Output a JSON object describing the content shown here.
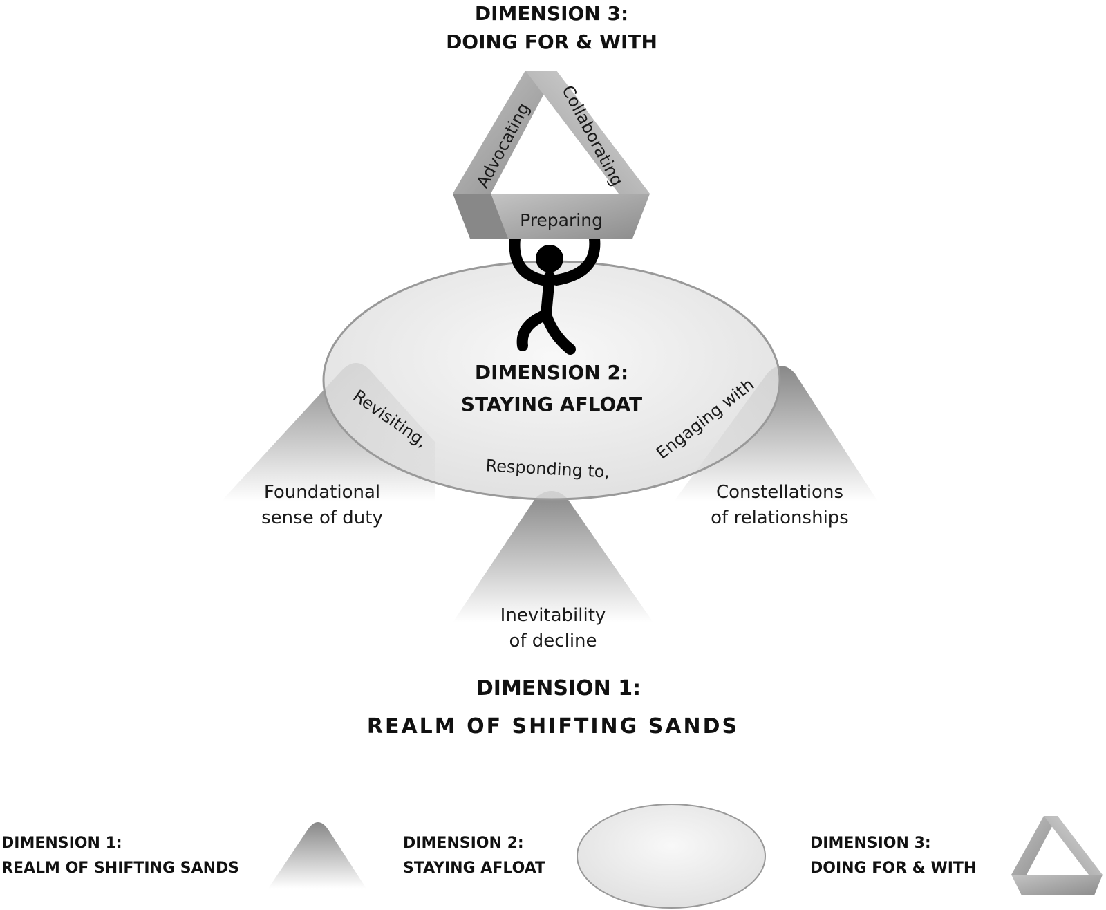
{
  "dimension3": {
    "line1": "DIMENSION 3:",
    "line2": "DOING FOR & WITH",
    "sides": {
      "left": "Advocating",
      "right": "Collaborating",
      "bottom": "Preparing"
    }
  },
  "dimension2": {
    "line1": "DIMENSION 2:",
    "line2": "STAYING AFLOAT",
    "verbs": {
      "left": "Revisiting,",
      "middle": "Responding to,",
      "right": "Engaging with"
    }
  },
  "dimension1": {
    "line1": "DIMENSION 1:",
    "line2": "REALM OF SHIFTING SANDS",
    "cones": {
      "left": {
        "line1": "Foundational",
        "line2": "sense of duty"
      },
      "right": {
        "line1": "Constellations",
        "line2": "of relationships"
      },
      "bottom": {
        "line1": "Inevitability",
        "line2": "of decline"
      }
    }
  },
  "legend": [
    {
      "line1": "DIMENSION 1:",
      "line2": "REALM OF SHIFTING SANDS",
      "symbol": "cone"
    },
    {
      "line1": "DIMENSION 2:",
      "line2": "STAYING AFLOAT",
      "symbol": "ellipse"
    },
    {
      "line1": "DIMENSION 3:",
      "line2": "DOING FOR & WITH",
      "symbol": "penrose-triangle"
    }
  ],
  "colors": {
    "ink": "#111111",
    "cone_top": "#8a8a8a",
    "ellipse_fill": "#eeeeee"
  }
}
